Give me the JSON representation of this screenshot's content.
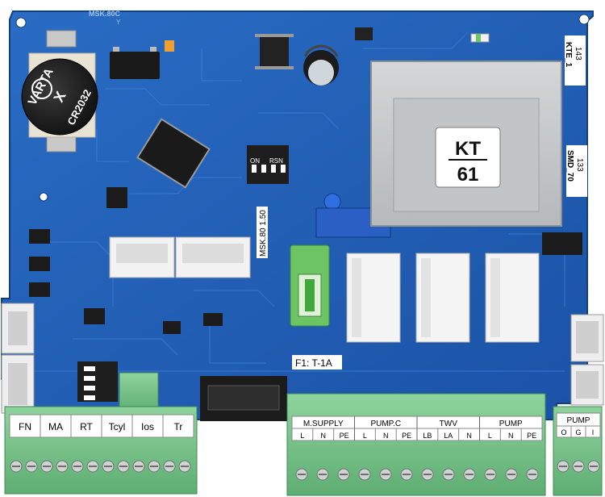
{
  "board": {
    "silkscreen_top": "MSK.80C",
    "silkscreen_y": "Y",
    "dip_on": "ON",
    "dip_rsn": "RSN",
    "version_label": "MSK.80 1.50",
    "fuse_label": "F1: T-1A"
  },
  "battery": {
    "brand": "VARTA",
    "model": "CR2032",
    "mark": "X"
  },
  "transformer": {
    "label_top": "KT",
    "label_bottom": "61"
  },
  "side_labels": {
    "top_number": "143",
    "top_code": "KTE_1",
    "mid_number": "133",
    "mid_code": "SMD_70"
  },
  "terminals": {
    "left": [
      "FN",
      "MA",
      "RT",
      "Tcyl",
      "Ios",
      "Tr"
    ],
    "groups": [
      {
        "name": "M.SUPPLY",
        "pins": [
          "L",
          "N",
          "PE"
        ]
      },
      {
        "name": "PUMP.C",
        "pins": [
          "L",
          "N",
          "PE"
        ]
      },
      {
        "name": "TWV",
        "pins": [
          "LB",
          "LA",
          "N"
        ]
      },
      {
        "name": "PUMP",
        "pins": [
          "L",
          "N",
          "PE"
        ]
      }
    ],
    "right": {
      "name": "PUMP",
      "pins": [
        "O",
        "G",
        "I"
      ]
    }
  },
  "colors": {
    "pcb": "#1f5fb8",
    "pcb_dark": "#154a94",
    "terminal_green": "#7cc98f",
    "transformer_gray": "#c8cacc",
    "fuse_green": "#6cc464"
  }
}
